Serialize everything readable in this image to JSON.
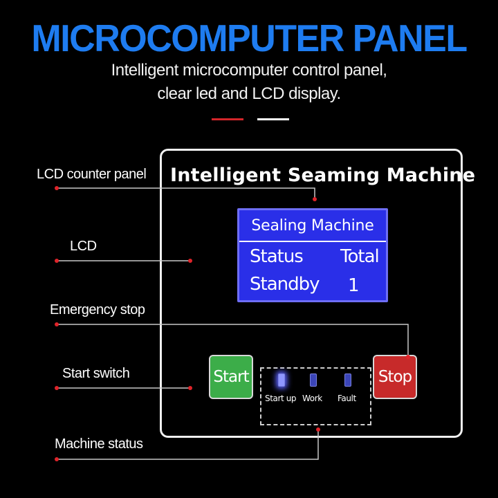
{
  "header": {
    "title": "MICROCOMPUTER PANEL",
    "subtitle_line1": "Intelligent microcomputer control panel,",
    "subtitle_line2": "clear led and LCD display."
  },
  "panel": {
    "title": "Intelligent Seaming Machine",
    "lcd": {
      "title": "Sealing Machine",
      "status_label": "Status",
      "total_label": "Total",
      "status_value": "Standby",
      "total_value": "1"
    },
    "start_button": "Start",
    "stop_button": "Stop",
    "indicators": [
      {
        "label": "Start up",
        "state": "on"
      },
      {
        "label": "Work",
        "state": "off"
      },
      {
        "label": "Fault",
        "state": "off"
      }
    ]
  },
  "callouts": {
    "lcd_counter_panel": "LCD counter panel",
    "lcd": "LCD",
    "emergency_stop": "Emergency stop",
    "start_switch": "Start switch",
    "machine_status": "Machine status"
  },
  "colors": {
    "headline": "#1e7cf0",
    "lcd_background": "#2a2fe8",
    "start_button": "#3cad49",
    "stop_button": "#c72a2a",
    "callout_dot": "#e0242a",
    "accent_dash_red": "#d4262a"
  }
}
